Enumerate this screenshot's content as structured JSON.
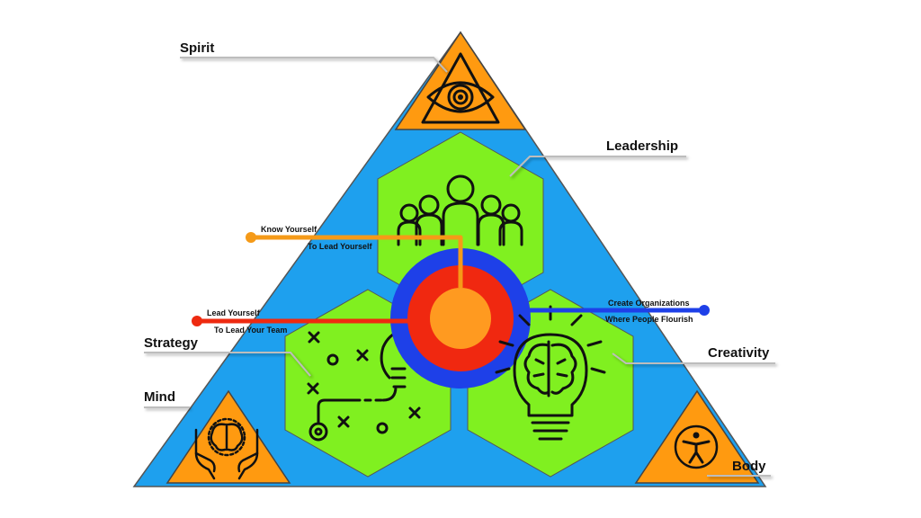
{
  "colors": {
    "triangle": "#1ea0ee",
    "corner": "#ff9a10",
    "hexagon": "#80f020",
    "ring_outer": "#1e40e8",
    "ring_middle": "#f02810",
    "ring_core": "#ff9a20",
    "line_orange": "#f59a18",
    "line_red": "#ee2a10",
    "line_blue": "#1e40e8"
  },
  "labels": {
    "spirit": "Spirit",
    "leadership": "Leadership",
    "strategy": "Strategy",
    "creativity": "Creativity",
    "mind": "Mind",
    "body": "Body"
  },
  "connectors": {
    "orange": {
      "line1": "Know Yourself",
      "line2": "To Lead Yourself"
    },
    "red": {
      "line1": "Lead Yourself",
      "line2": "To Lead Your Team"
    },
    "blue": {
      "line1": "Create Organizations",
      "line2": "Where People Flourish"
    }
  },
  "icons": {
    "spirit": "all-seeing-eye-icon",
    "leadership": "team-people-icon",
    "strategy": "strategy-play-icon",
    "creativity": "brain-lightbulb-icon",
    "mind": "brain-in-hands-icon",
    "body": "human-figure-icon"
  }
}
